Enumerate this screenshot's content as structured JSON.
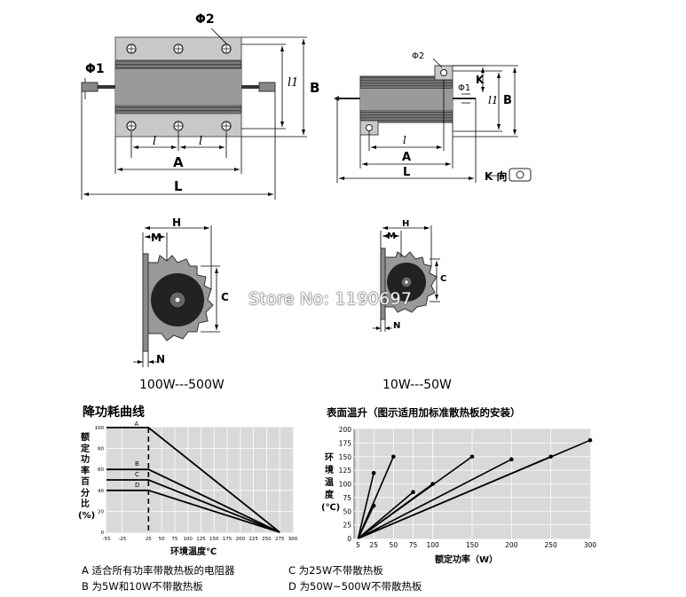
{
  "labels": {
    "phi2_top": "Φ2",
    "phi1_left": "Φ1",
    "l1_left": "l1",
    "B_left": "B",
    "l_a": "l",
    "l_b": "l",
    "A_left": "A",
    "L_left": "L",
    "phi2_small": "Φ2",
    "phi1_small": "Φ1",
    "K_small": "K",
    "l1_small": "l1",
    "B_small": "B",
    "l_small": "l",
    "A_small": "A",
    "L_small": "L",
    "kdir": "K 向",
    "H_big": "H",
    "M_big": "M",
    "C_big": "C",
    "N_big": "N",
    "H_small": "H",
    "M_small": "M",
    "C_small": "C",
    "N_small": "N"
  },
  "captions": {
    "big": "100W---500W",
    "small": "10W---50W"
  },
  "watermark": "Store No: 1190697",
  "derating": {
    "title": "降功耗曲线",
    "ylabel_chars": [
      "额",
      "定",
      "功",
      "率",
      "百",
      "分",
      "比",
      "(%)"
    ],
    "xlabel": "环境温度℃"
  },
  "temprise": {
    "title": "表面温升（图示适用加标准散热板的安装）",
    "ylabel_chars": [
      "环",
      "境",
      "温",
      "度",
      "(℃)"
    ],
    "xlabel": "额定功率（W）"
  },
  "legend": {
    "a": "A  适合所有功率带散热板的电阻器",
    "b": "B  为5W和10W不带散热板",
    "c": "C  为25W不带散热板",
    "d": "D  为50W~500W不带散热板"
  },
  "chart_data": [
    {
      "type": "line",
      "title": "降功耗曲线",
      "xlabel": "环境温度℃",
      "ylabel": "额定功率百分比(%)",
      "x_ticks": [
        "-55",
        "-25",
        "25",
        "50",
        "75",
        "100",
        "125",
        "150",
        "175",
        "200",
        "225",
        "250",
        "275",
        "300"
      ],
      "y_ticks": [
        "0",
        "20",
        "40",
        "60",
        "80",
        "100"
      ],
      "xlim": [
        -55,
        300
      ],
      "ylim": [
        0,
        100
      ],
      "grid": true,
      "series": [
        {
          "name": "A",
          "x": [
            -55,
            25,
            275
          ],
          "y": [
            100,
            100,
            0
          ]
        },
        {
          "name": "B",
          "x": [
            -55,
            25,
            275
          ],
          "y": [
            60,
            60,
            0
          ]
        },
        {
          "name": "C",
          "x": [
            -55,
            25,
            275
          ],
          "y": [
            50,
            50,
            0
          ]
        },
        {
          "name": "D",
          "x": [
            -55,
            25,
            275
          ],
          "y": [
            40,
            40,
            0
          ]
        }
      ]
    },
    {
      "type": "line",
      "title": "表面温升（图示适用加标准散热板的安装）",
      "xlabel": "额定功率（W）",
      "ylabel": "环境温度(℃)",
      "x_ticks": [
        "5",
        "25",
        "50",
        "75",
        "100",
        "150",
        "200",
        "250",
        "300"
      ],
      "y_ticks": [
        "0",
        "25",
        "50",
        "75",
        "100",
        "125",
        "150",
        "175",
        "200"
      ],
      "xlim": [
        0,
        300
      ],
      "ylim": [
        0,
        200
      ],
      "grid": true,
      "series": [
        {
          "x": [
            5,
            25
          ],
          "y": [
            0,
            60
          ]
        },
        {
          "x": [
            5,
            25
          ],
          "y": [
            0,
            120
          ]
        },
        {
          "x": [
            5,
            50
          ],
          "y": [
            0,
            150
          ]
        },
        {
          "x": [
            5,
            75
          ],
          "y": [
            0,
            85
          ]
        },
        {
          "x": [
            5,
            100
          ],
          "y": [
            0,
            100
          ]
        },
        {
          "x": [
            5,
            150
          ],
          "y": [
            0,
            150
          ]
        },
        {
          "x": [
            5,
            200
          ],
          "y": [
            0,
            145
          ]
        },
        {
          "x": [
            5,
            250
          ],
          "y": [
            0,
            150
          ]
        },
        {
          "x": [
            5,
            300
          ],
          "y": [
            0,
            180
          ]
        }
      ]
    }
  ]
}
